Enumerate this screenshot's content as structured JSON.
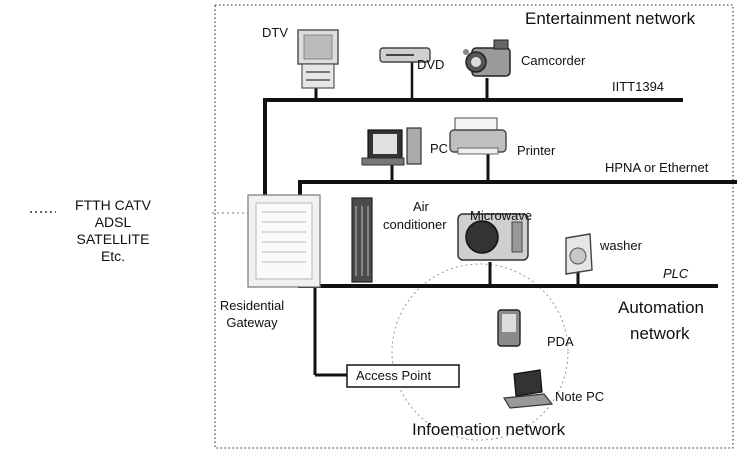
{
  "external": {
    "lines": [
      "FTTH CATV",
      "ADSL",
      "SATELLITE",
      "Etc."
    ]
  },
  "gateway": {
    "lines": [
      "Residential",
      "Gateway"
    ]
  },
  "networks": {
    "entertainment": "Entertainment network",
    "automation_line1": "Automation",
    "automation_line2": "network",
    "information": "Infoemation network"
  },
  "buses": {
    "ieee1394": "IITT1394",
    "hpna": "HPNA or Ethernet",
    "plc": "PLC"
  },
  "devices": {
    "dtv": "DTV",
    "dvd": "DVD",
    "camcorder": "Camcorder",
    "pc": "PC",
    "printer": "Printer",
    "air_conditioner_line1": "Air",
    "air_conditioner_line2": "conditioner",
    "microwave": "Microwave",
    "washer": "washer",
    "pda": "PDA",
    "note_pc": "Note PC",
    "access_point": "Access Point"
  },
  "colors": {
    "line": "#111111",
    "border": "#444444",
    "device": "#6b6b6b"
  }
}
